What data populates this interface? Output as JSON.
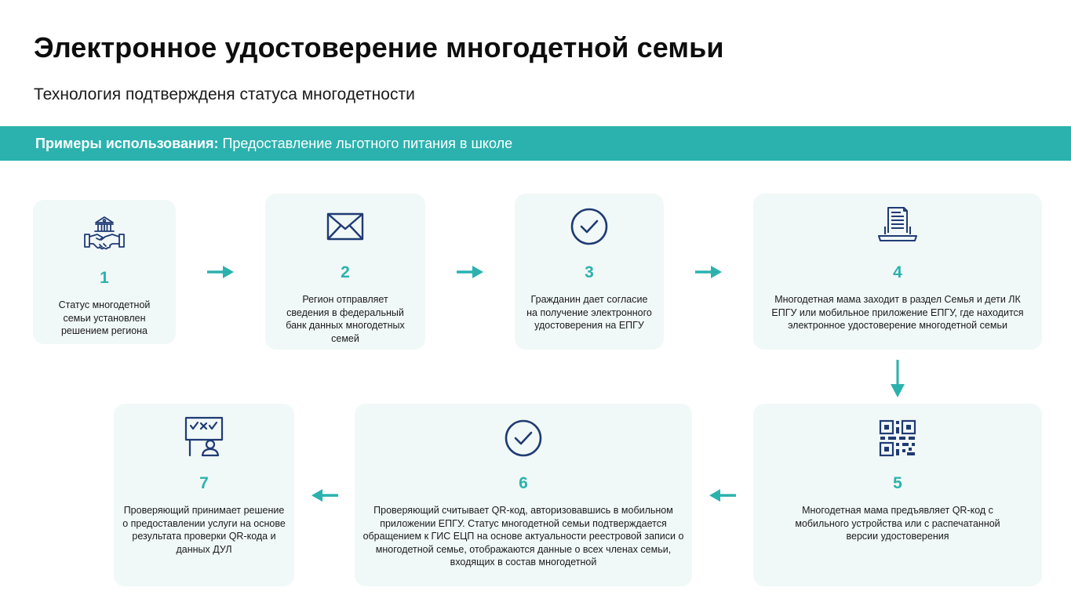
{
  "title": "Электронное удостоверение многодетной семьи",
  "subtitle": "Технология подтвержденя статуса многодетности",
  "band": {
    "label": "Примеры использования:",
    "text": "Предоставление льготного питания в школе"
  },
  "colors": {
    "accent": "#2bb2ae",
    "icon": "#1f3b73",
    "card_bg": "#f1f8f8"
  },
  "steps": [
    {
      "num": "1",
      "icon": "government-handshake-icon",
      "text": "Статус многодетной семьи установлен решением региона"
    },
    {
      "num": "2",
      "icon": "envelope-icon",
      "text": "Регион отправляет сведения в федеральный банк данных многодетных семей"
    },
    {
      "num": "3",
      "icon": "check-circle-icon",
      "text": "Гражданин дает согласие на получение электронного удостоверения на ЕПГУ"
    },
    {
      "num": "4",
      "icon": "laptop-document-icon",
      "text": "Многодетная мама заходит в раздел Семья и дети ЛК ЕПГУ или мобильное приложение ЕПГУ, где находится электронное удостоверение многодетной семьи"
    },
    {
      "num": "5",
      "icon": "qr-code-icon",
      "text": "Многодетная мама предъявляет QR-код с мобильного устройства или с распечатанной версии удостоверения"
    },
    {
      "num": "6",
      "icon": "check-circle-icon",
      "text": "Проверяющий считывает QR-код, авторизовавшись в мобильном приложении ЕПГУ. Статус многодетной семьи подтверждается обращением к ГИС ЕЦП на основе актуальности реестровой записи о многодетной семье, отображаются данные о всех членах семьи, входящих в состав многодетной"
    },
    {
      "num": "7",
      "icon": "decision-board-icon",
      "text": "Проверяющий принимает решение о предоставлении услуги на основе результата проверки QR-кода и данных ДУЛ"
    }
  ]
}
